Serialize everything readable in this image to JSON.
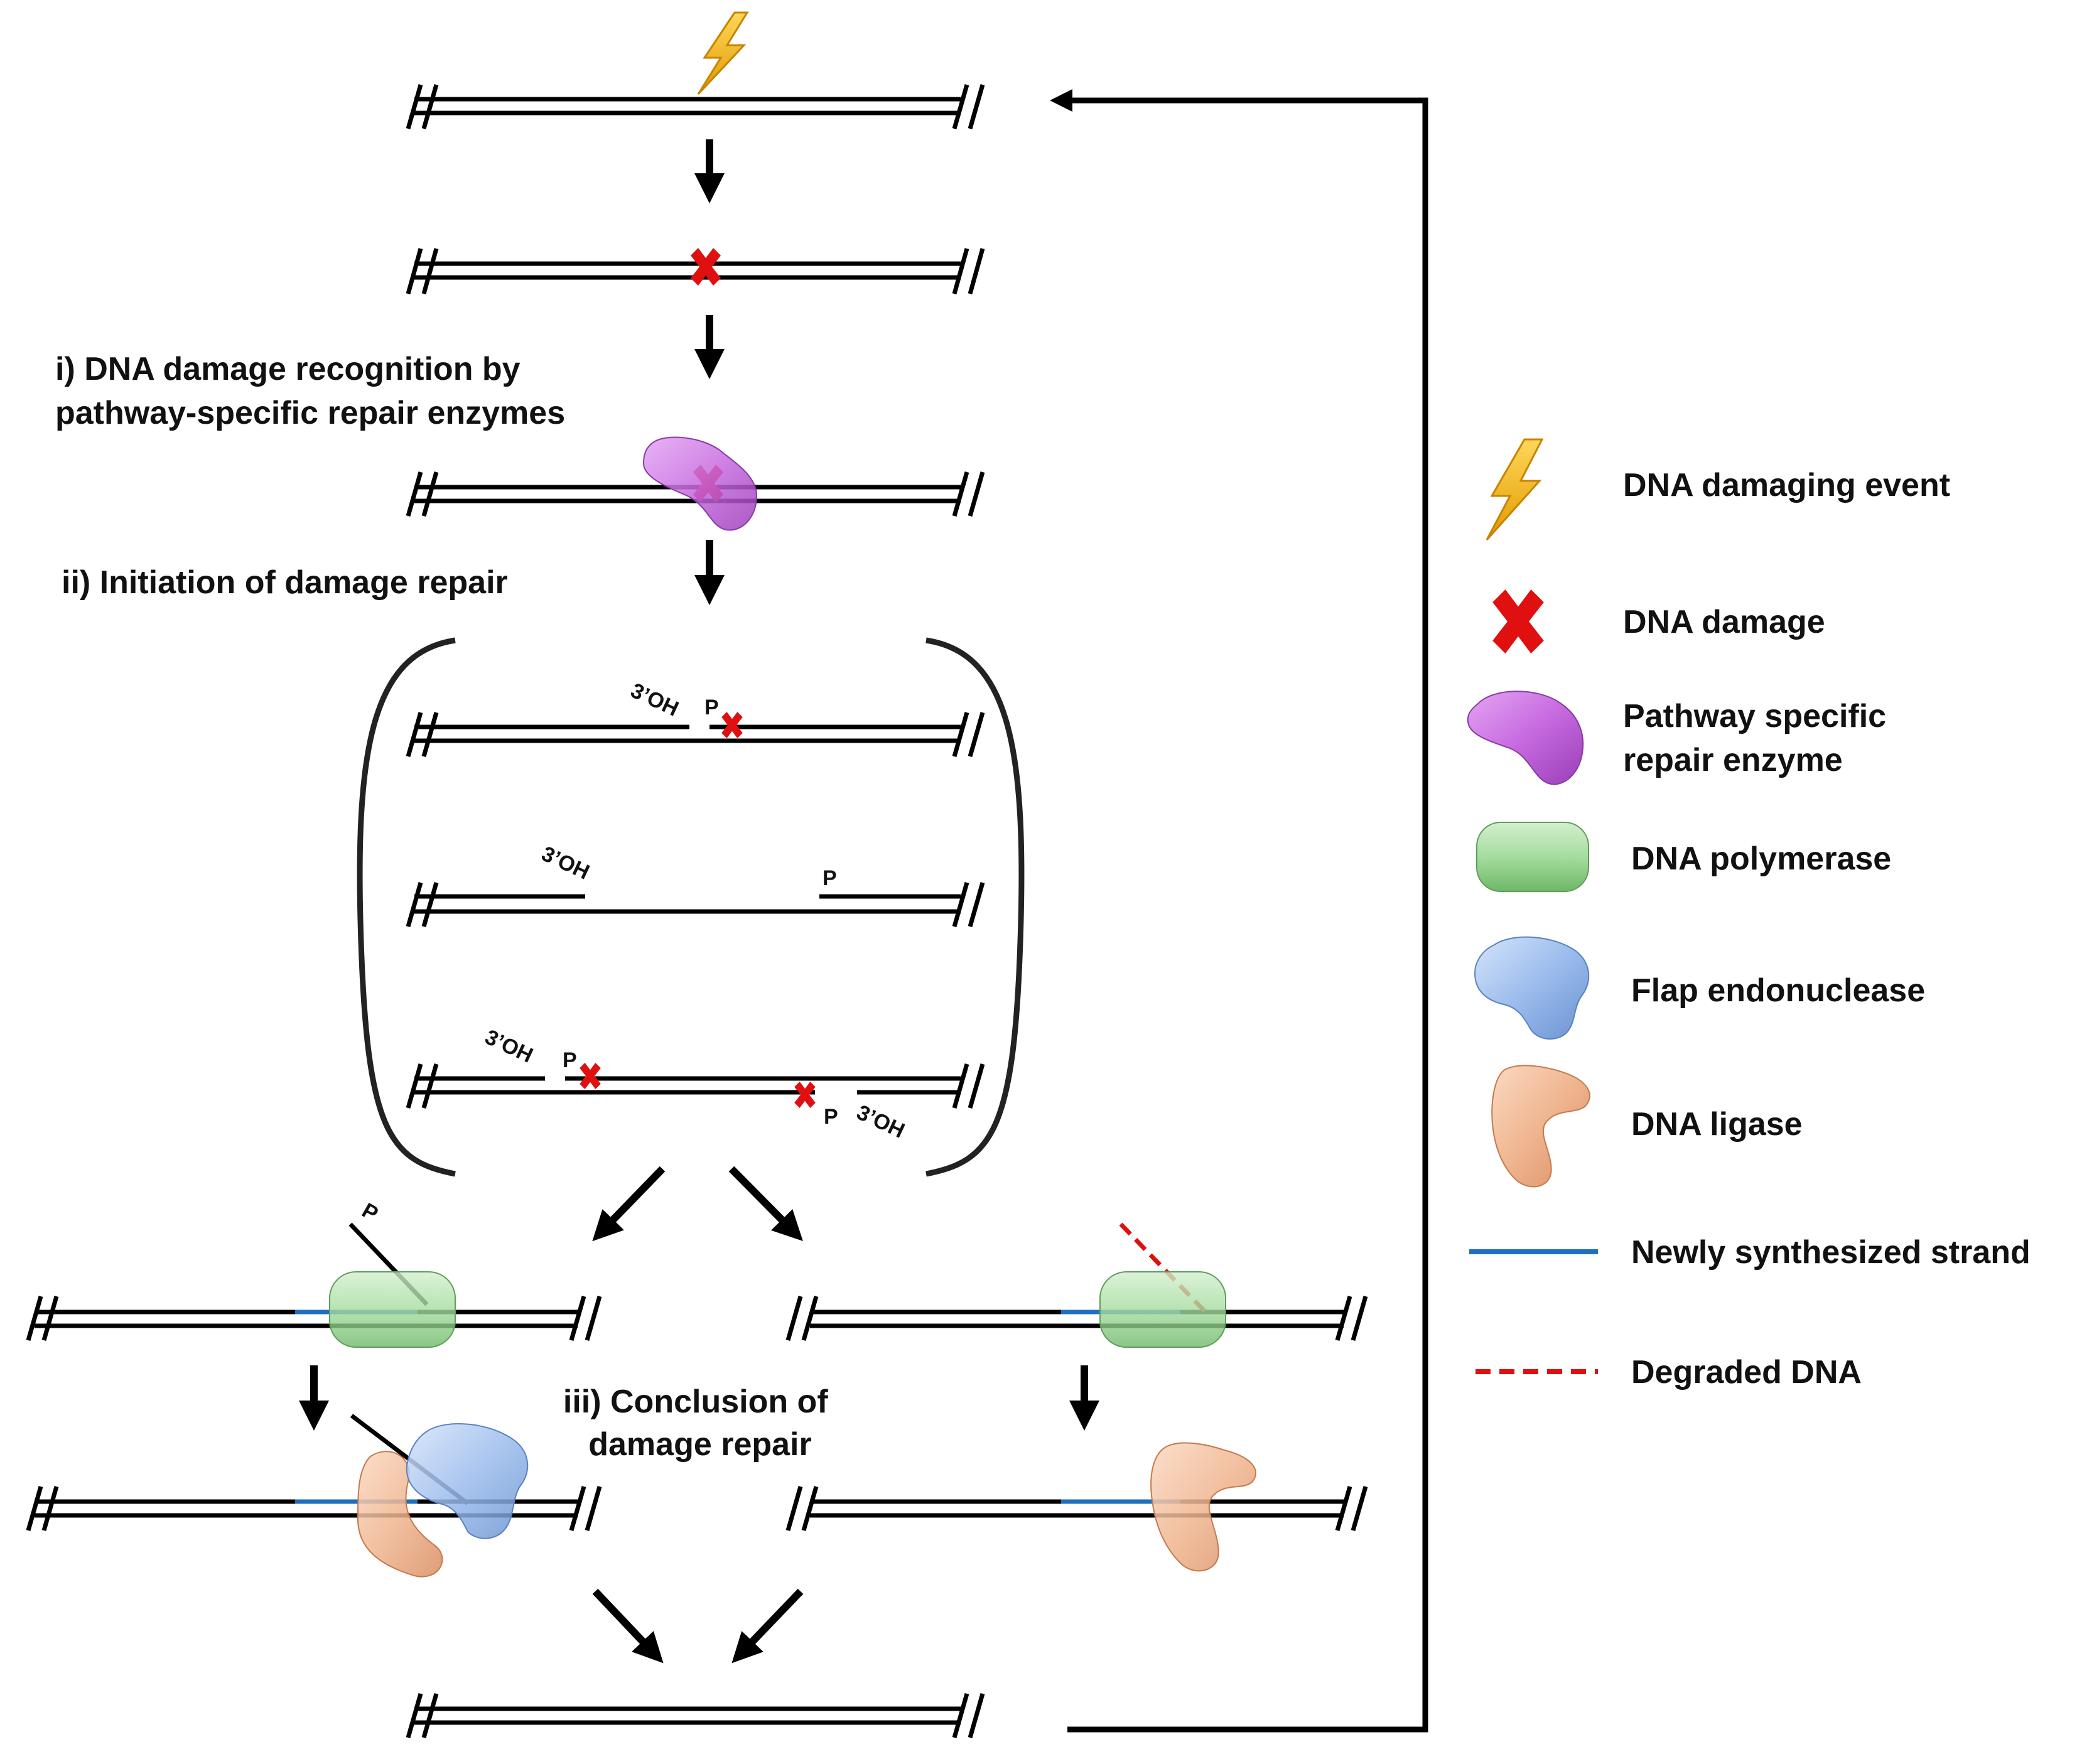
{
  "stages": {
    "recognition": "i) DNA damage recognition by\npathway-specific repair enzymes",
    "initiation": "ii) Initiation of damage repair",
    "conclusion": "iii) Conclusion of\ndamage repair"
  },
  "end_labels": {
    "oh": "3’OH",
    "p": "P"
  },
  "legend": [
    {
      "icon": "lightning-icon",
      "label": "DNA damaging event",
      "color": "#f0b020"
    },
    {
      "icon": "cross-icon",
      "label": "DNA damage",
      "color": "#e01010"
    },
    {
      "icon": "enzyme-icon",
      "label": "Pathway specific\nrepair enzyme",
      "color": "#c76ae0"
    },
    {
      "icon": "polymerase-icon",
      "label": "DNA polymerase",
      "color": "#9fd59a"
    },
    {
      "icon": "endonuclease-icon",
      "label": "Flap endonuclease",
      "color": "#9bbcec"
    },
    {
      "icon": "ligase-icon",
      "label": "DNA ligase",
      "color": "#efb58f"
    },
    {
      "icon": "blue-line-icon",
      "label": "Newly synthesized strand",
      "color": "#1f6fc0"
    },
    {
      "icon": "red-dash-icon",
      "label": "Degraded DNA",
      "color": "#e01010"
    }
  ]
}
